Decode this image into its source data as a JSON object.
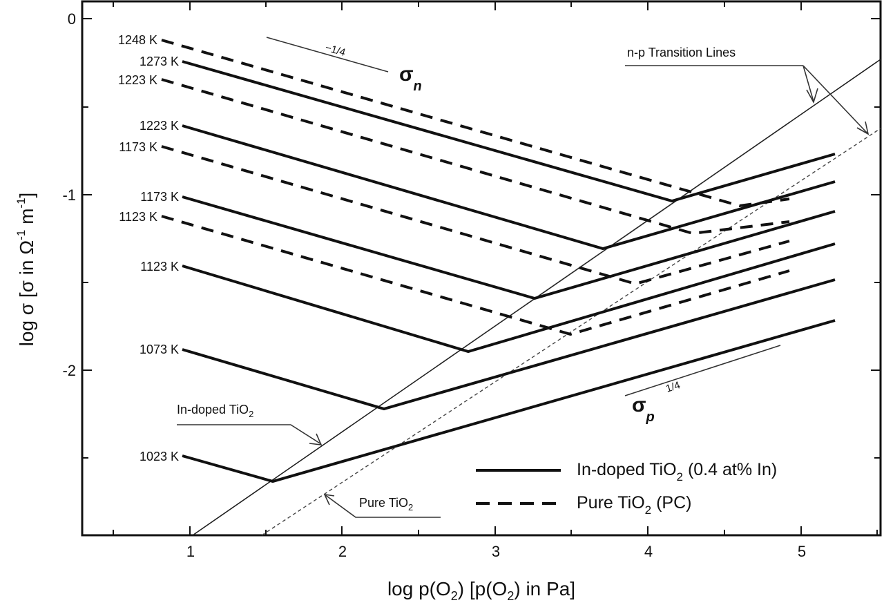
{
  "chart_data": {
    "type": "line",
    "title": "",
    "xlabel": "log p(O2) [p(O2) in Pa]",
    "ylabel": "log σ [σ in Ω⁻¹ m⁻¹]",
    "xlim": [
      0.45,
      5.45
    ],
    "ylim": [
      -2.94,
      0.1
    ],
    "x_ticks": [
      1,
      2,
      3,
      4,
      5
    ],
    "y_ticks": [
      0,
      -1,
      -2
    ],
    "grid": false,
    "legend_position": "lower right",
    "legend": [
      {
        "label": "In-doped TiO2 (0.4 at% In)",
        "style": "solid"
      },
      {
        "label": "Pure TiO2 (PC)",
        "style": "dashed"
      }
    ],
    "series": [
      {
        "name": "In-doped TiO2 1273 K",
        "style": "solid",
        "x": [
          0.85,
          4.15,
          5.2
        ],
        "y": [
          -0.24,
          -1.04,
          -0.77
        ]
      },
      {
        "name": "In-doped TiO2 1223 K",
        "style": "solid",
        "x": [
          0.85,
          3.7,
          5.2
        ],
        "y": [
          -0.61,
          -1.31,
          -0.93
        ]
      },
      {
        "name": "In-doped TiO2 1173 K",
        "style": "solid",
        "x": [
          0.85,
          3.25,
          5.2
        ],
        "y": [
          -1.01,
          -1.6,
          -1.1
        ]
      },
      {
        "name": "In-doped TiO2 1123 K",
        "style": "solid",
        "x": [
          0.85,
          2.82,
          5.2
        ],
        "y": [
          -1.4,
          -1.89,
          -1.28
        ]
      },
      {
        "name": "In-doped TiO2 1073 K",
        "style": "solid",
        "x": [
          0.85,
          2.27,
          5.2
        ],
        "y": [
          -1.88,
          -2.23,
          -1.5
        ]
      },
      {
        "name": "In-doped TiO2 1023 K",
        "style": "solid",
        "x": [
          0.85,
          1.54,
          5.2
        ],
        "y": [
          -2.49,
          -2.66,
          -1.72
        ]
      },
      {
        "name": "Pure TiO2 1248 K",
        "style": "dashed",
        "x": [
          0.78,
          4.6,
          4.9
        ],
        "y": [
          -0.12,
          -1.07,
          -1.04
        ]
      },
      {
        "name": "Pure TiO2 1223 K",
        "style": "dashed",
        "x": [
          0.78,
          4.3,
          4.9
        ],
        "y": [
          -0.35,
          -1.22,
          -1.16
        ]
      },
      {
        "name": "Pure TiO2 1173 K",
        "style": "dashed",
        "x": [
          0.78,
          3.9,
          4.9
        ],
        "y": [
          -0.73,
          -1.5,
          -1.27
        ]
      },
      {
        "name": "Pure TiO2 1123 K",
        "style": "dashed",
        "x": [
          0.78,
          3.5,
          4.9
        ],
        "y": [
          -1.13,
          -1.8,
          -1.43
        ]
      },
      {
        "name": "n-p transition line (In-doped TiO2)",
        "style": "thin-solid",
        "x": [
          1.02,
          5.45
        ],
        "y": [
          -2.94,
          0.23
        ]
      },
      {
        "name": "n-p transition line (Pure TiO2)",
        "style": "thin-dotted",
        "x": [
          1.47,
          5.45
        ],
        "y": [
          -2.94,
          -0.63
        ]
      }
    ],
    "annotations": [
      {
        "text": "σn",
        "note": "slope -1/4"
      },
      {
        "text": "σp",
        "note": "slope 1/4"
      },
      {
        "text": "n-p Transition Lines"
      },
      {
        "text": "In-doped TiO2"
      },
      {
        "text": "Pure TiO2"
      }
    ]
  },
  "axes": {
    "x_tick_labels": [
      "1",
      "2",
      "3",
      "4",
      "5"
    ],
    "y_tick_labels": [
      "0",
      "-1",
      "-2"
    ],
    "x_title_parts": {
      "a": "log p(O",
      "b": "2",
      "c": ") [p(O",
      "d": "2",
      "e": ") in Pa]"
    },
    "y_title_parts": {
      "a": "log σ [σ in Ω",
      "b": "-1",
      "c": " m",
      "d": "-1",
      "e": "]"
    }
  },
  "temperature_labels": {
    "t1248_dashed": "1248 K",
    "t1273_solid": "1273 K",
    "t1223_dashed": "1223 K",
    "t1223_solid": "1223 K",
    "t1173_dashed": "1173 K",
    "t1173_solid": "1173 K",
    "t1123_dashed": "1123 K",
    "t1123_solid": "1123 K",
    "t1073_solid": "1073 K",
    "t1023_solid": "1023 K"
  },
  "annotations": {
    "sigma_n": {
      "main": "σ",
      "sub": "n",
      "slope": "−1/4"
    },
    "sigma_p": {
      "main": "σ",
      "sub": "p",
      "slope": "1/4"
    },
    "np_transition": "n-p Transition Lines",
    "in_doped": {
      "main": "In-doped TiO",
      "sub": "2"
    },
    "pure": {
      "main": "Pure TiO",
      "sub": "2"
    }
  },
  "legend": {
    "solid": {
      "main": "In-doped TiO",
      "sub": "2",
      "rest": " (0.4 at% In)"
    },
    "dashed": {
      "main": "Pure TiO",
      "sub": "2",
      "rest": " (PC)"
    }
  }
}
